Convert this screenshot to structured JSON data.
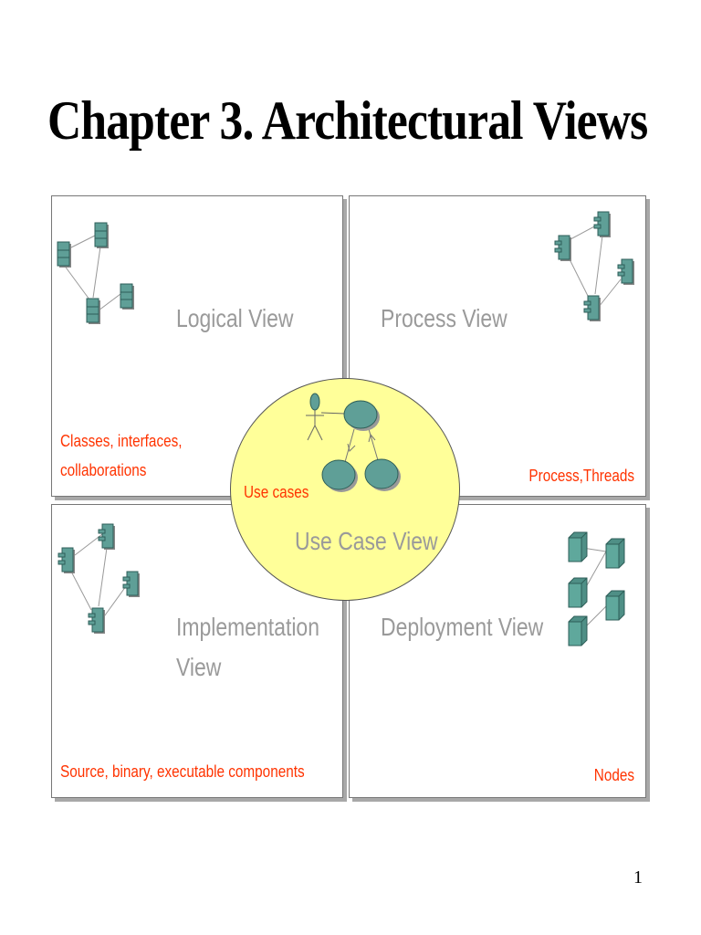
{
  "title": "Chapter 3. Architectural Views",
  "page_number": "1",
  "views": {
    "logical": {
      "name": "Logical View",
      "desc_line1": "Classes, interfaces,",
      "desc_line2": "collaborations"
    },
    "process": {
      "name": "Process View",
      "desc": "Process,Threads"
    },
    "implementation": {
      "name_line1": "Implementation",
      "name_line2": "View",
      "desc": "Source, binary, executable components"
    },
    "deployment": {
      "name": "Deployment View",
      "desc": "Nodes"
    },
    "use_case": {
      "name": "Use Case View",
      "desc": "Use cases"
    }
  },
  "colors": {
    "label_gray": "#9a9a9a",
    "description_red": "#ff3300",
    "icon_teal": "#5f9f97",
    "use_case_fill": "#ffff99"
  }
}
